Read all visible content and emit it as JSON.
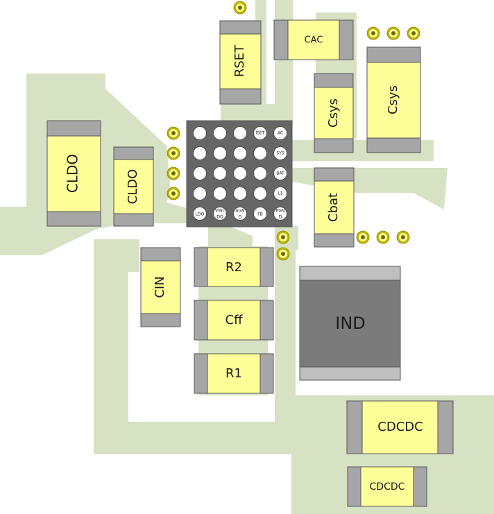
{
  "colors": {
    "copper": "#d6e2c3",
    "body": "#ffff99",
    "terminal": "#a6a6a6",
    "outline": "#555555",
    "ic_body": "#666666",
    "ball": "#ffffff",
    "via_ring": "#c2b600",
    "inductor_body": "#7b7b7b",
    "inductor_terminal": "#bfbfbf"
  },
  "components": {
    "rset": "RSET",
    "cac": "CAC",
    "csys_small": "Csys",
    "csys_large": "Csys",
    "cldo_large": "CLDO",
    "cldo_small": "CLDO",
    "cbat": "Cbat",
    "cin": "CIN",
    "r2": "R2",
    "cff": "Cff",
    "r1": "R1",
    "ind": "IND",
    "cdcdc_large": "CDCDC",
    "cdcdc_small": "CDCDC"
  },
  "ic_pins": {
    "iset": "ISET",
    "ac": "AC",
    "sys": "SYS",
    "bat": "BAT",
    "l1": "L1",
    "ldo": "LDO",
    "vinldo_1": "VINL",
    "vinldo_2": "DO",
    "agnd_1": "AGN",
    "agnd_2": "D",
    "fb": "FB",
    "pgnd_1": "PGN",
    "pgnd_2": "D"
  }
}
